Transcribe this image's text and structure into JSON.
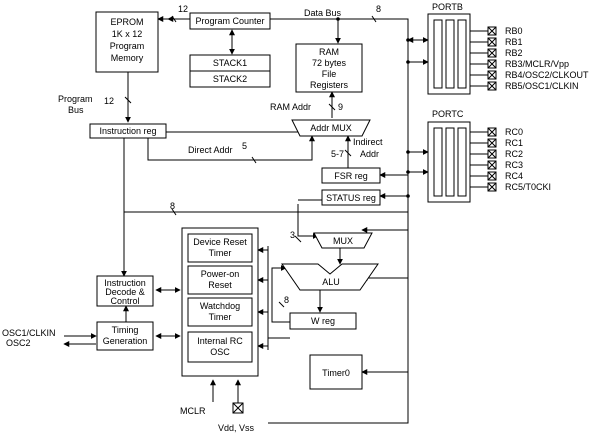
{
  "eprom": {
    "line1": "EPROM",
    "line2": "1K x 12",
    "line3": "Program",
    "line4": "Memory"
  },
  "program_counter": "Program Counter",
  "stack1": "STACK1",
  "stack2": "STACK2",
  "ram": {
    "line1": "RAM",
    "line2": "72 bytes",
    "line3": "File",
    "line4": "Registers"
  },
  "data_bus": "Data Bus",
  "bus_widths": {
    "pc": "12",
    "data": "8",
    "program": "12",
    "ram_addr": "9",
    "direct": "5",
    "indirect": "5-7",
    "alu_in": "3",
    "w_out": "8",
    "mux_in": "8"
  },
  "program_bus": {
    "line1": "Program",
    "line2": "Bus"
  },
  "instruction_reg": "Instruction reg",
  "direct_addr": "Direct Addr",
  "ram_addr": "RAM Addr",
  "addr_mux": "Addr MUX",
  "indirect_addr": {
    "line1": "Indirect",
    "line2": "Addr"
  },
  "fsr_reg": "FSR reg",
  "status_reg": "STATUS reg",
  "mux": "MUX",
  "alu": "ALU",
  "w_reg": "W reg",
  "timer0": "Timer0",
  "instruction_decode": {
    "line1": "Instruction",
    "line2": "Decode &",
    "line3": "Control"
  },
  "timing_generation": {
    "line1": "Timing",
    "line2": "Generation"
  },
  "device_reset_timer": {
    "line1": "Device Reset",
    "line2": "Timer"
  },
  "power_on_reset": {
    "line1": "Power-on",
    "line2": "Reset"
  },
  "watchdog_timer": {
    "line1": "Watchdog",
    "line2": "Timer"
  },
  "internal_rc_osc": {
    "line1": "Internal RC",
    "line2": "OSC"
  },
  "osc_pins": {
    "line1": "OSC1/CLKIN",
    "line2": "OSC2"
  },
  "mclr": "MCLR",
  "vdd_vss": "Vdd, Vss",
  "portb": {
    "title": "PORTB",
    "pins": [
      "RB0",
      "RB1",
      "RB2",
      "RB3/MCLR/Vpp",
      "RB4/OSC2/CLKOUT",
      "RB5/OSC1/CLKIN"
    ]
  },
  "portc": {
    "title": "PORTC",
    "pins": [
      "RC0",
      "RC1",
      "RC2",
      "RC3",
      "RC4",
      "RC5/T0CKI"
    ]
  }
}
